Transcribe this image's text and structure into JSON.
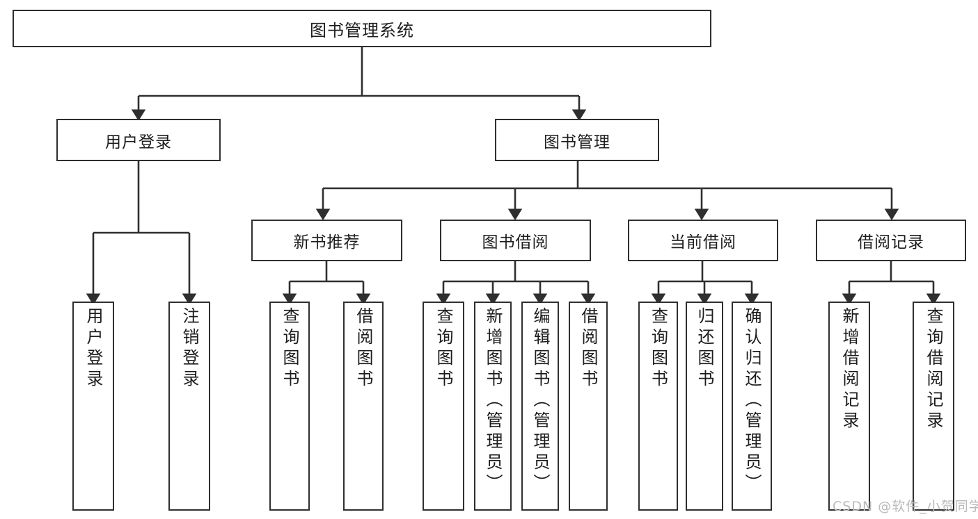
{
  "diagram": {
    "title": "图书管理系统",
    "type": "hierarchy-tree",
    "colors": {
      "box_border": "#2f2f2f",
      "box_fill": "#ffffff",
      "edge": "#2f2f2f",
      "background": "#ffffff",
      "watermark": "#b9b9b9"
    },
    "levels": {
      "level1": [
        {
          "id": "root",
          "label": "图书管理系统"
        }
      ],
      "level2": [
        {
          "id": "user-login",
          "label": "用户登录"
        },
        {
          "id": "book-manage",
          "label": "图书管理"
        }
      ],
      "level3": [
        {
          "id": "new-book-recommend",
          "label": "新书推荐"
        },
        {
          "id": "book-borrow",
          "label": "图书借阅"
        },
        {
          "id": "current-borrow",
          "label": "当前借阅"
        },
        {
          "id": "borrow-record",
          "label": "借阅记录"
        }
      ],
      "level4": [
        {
          "id": "leaf-user-login",
          "label": "用户登录",
          "parent": "user-login"
        },
        {
          "id": "leaf-logout",
          "label": "注销登录",
          "parent": "user-login"
        },
        {
          "id": "leaf-query-book-1",
          "label": "查询图书",
          "parent": "new-book-recommend"
        },
        {
          "id": "leaf-borrow-book-1",
          "label": "借阅图书",
          "parent": "new-book-recommend"
        },
        {
          "id": "leaf-query-book-2",
          "label": "查询图书",
          "parent": "book-borrow"
        },
        {
          "id": "leaf-add-book",
          "label": "新增图书（管理员）",
          "parent": "book-borrow"
        },
        {
          "id": "leaf-edit-book",
          "label": "编辑图书（管理员）",
          "parent": "book-borrow"
        },
        {
          "id": "leaf-borrow-book-2",
          "label": "借阅图书",
          "parent": "book-borrow"
        },
        {
          "id": "leaf-query-book-3",
          "label": "查询图书",
          "parent": "current-borrow"
        },
        {
          "id": "leaf-return-book",
          "label": "归还图书",
          "parent": "current-borrow"
        },
        {
          "id": "leaf-confirm-return",
          "label": "确认归还（管理员）",
          "parent": "current-borrow"
        },
        {
          "id": "leaf-add-record",
          "label": "新增借阅记录",
          "parent": "borrow-record"
        },
        {
          "id": "leaf-query-record",
          "label": "查询借阅记录",
          "parent": "borrow-record"
        }
      ]
    },
    "watermark": "CSDN @软件_小贺同学"
  }
}
